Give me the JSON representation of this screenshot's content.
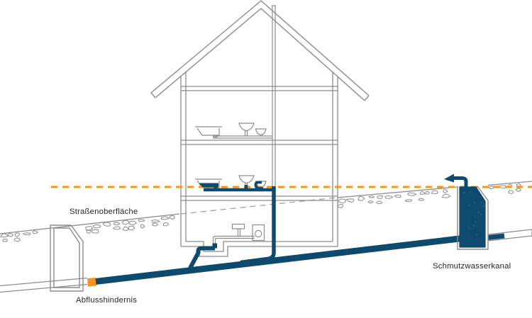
{
  "labels": {
    "street_surface": "Straßenoberfläche",
    "drainage_obstruction": "Abflusshindernis",
    "sewer": "Schmutzwasserkanal"
  },
  "colors": {
    "water": "#0E4A6D",
    "water_speckle": "#2A6A93",
    "backflow": "#F7941D",
    "outline": "#8C8C8C",
    "outline_light": "#9A9A9A",
    "text": "#262626"
  }
}
